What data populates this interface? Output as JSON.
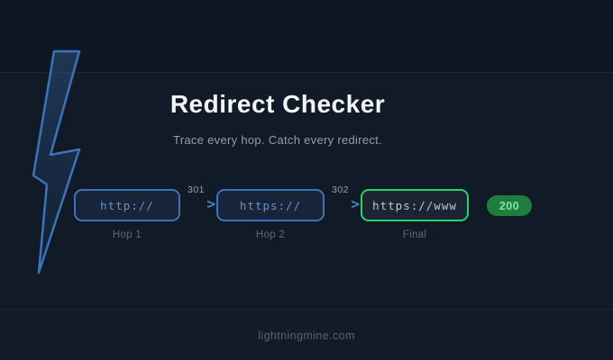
{
  "page": {
    "title": "Redirect Checker",
    "subtitle": "Trace every hop. Catch every redirect."
  },
  "brand": {
    "logo": "lightning-bolt-icon"
  },
  "flow": {
    "hops": [
      {
        "url": "http://",
        "label": "Hop 1"
      },
      {
        "url": "https://",
        "label": "Hop 2"
      },
      {
        "url": "https://www",
        "label": "Final"
      }
    ],
    "connectors": [
      {
        "status_code": "301",
        "arrow": ">"
      },
      {
        "status_code": "302",
        "arrow": ">"
      }
    ],
    "result_badge": {
      "status_code": "200"
    }
  },
  "footer": {
    "domain": "lightningmine.com"
  },
  "colors": {
    "background": "#101b27",
    "header_background": "#0e1822",
    "divider": "#1c2937",
    "accent_blue": "#3e72ba",
    "accent_green": "#2ed063",
    "badge_green": "#1f7e3e",
    "badge_text": "#82e5a4",
    "title_text": "#f3f6f8",
    "subtitle_text": "#939eab",
    "url_text_blue": "#6a91cc",
    "muted_text": "#5b6979"
  }
}
